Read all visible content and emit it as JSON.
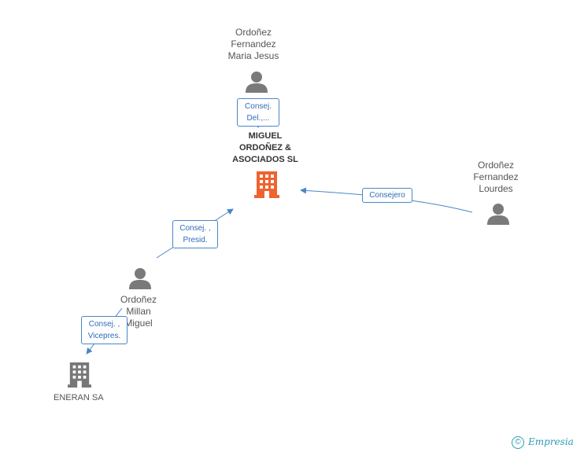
{
  "nodes": {
    "maria_jesus": {
      "name_lines": [
        "Ordoñez",
        "Fernandez",
        "Maria Jesus"
      ],
      "icon": "person-icon"
    },
    "main_company": {
      "name_lines": [
        "MIGUEL",
        "ORDOÑEZ &",
        "ASOCIADOS SL"
      ],
      "icon": "building-icon",
      "color": "#f0622f"
    },
    "lourdes": {
      "name_lines": [
        "Ordoñez",
        "Fernandez",
        "Lourdes"
      ],
      "icon": "person-icon"
    },
    "miguel": {
      "name_lines": [
        "Ordoñez",
        "Millan",
        "Miguel"
      ],
      "icon": "person-icon"
    },
    "eneran": {
      "name": "ENERAN SA",
      "icon": "building-icon",
      "color": "#777777"
    }
  },
  "edges": {
    "maria_to_main": {
      "lines": [
        "Consej.",
        "Del.,..."
      ]
    },
    "lourdes_to_main": {
      "lines": [
        "Consejero"
      ]
    },
    "miguel_to_main": {
      "lines": [
        "Consej. ,",
        "Presid."
      ]
    },
    "miguel_to_eneran": {
      "lines": [
        "Consej. ,",
        "Vicepres."
      ]
    }
  },
  "colors": {
    "edge": "#4a86c8",
    "person": "#7a7a7a"
  },
  "brand": {
    "copyright": "©",
    "name": "Empresia"
  }
}
